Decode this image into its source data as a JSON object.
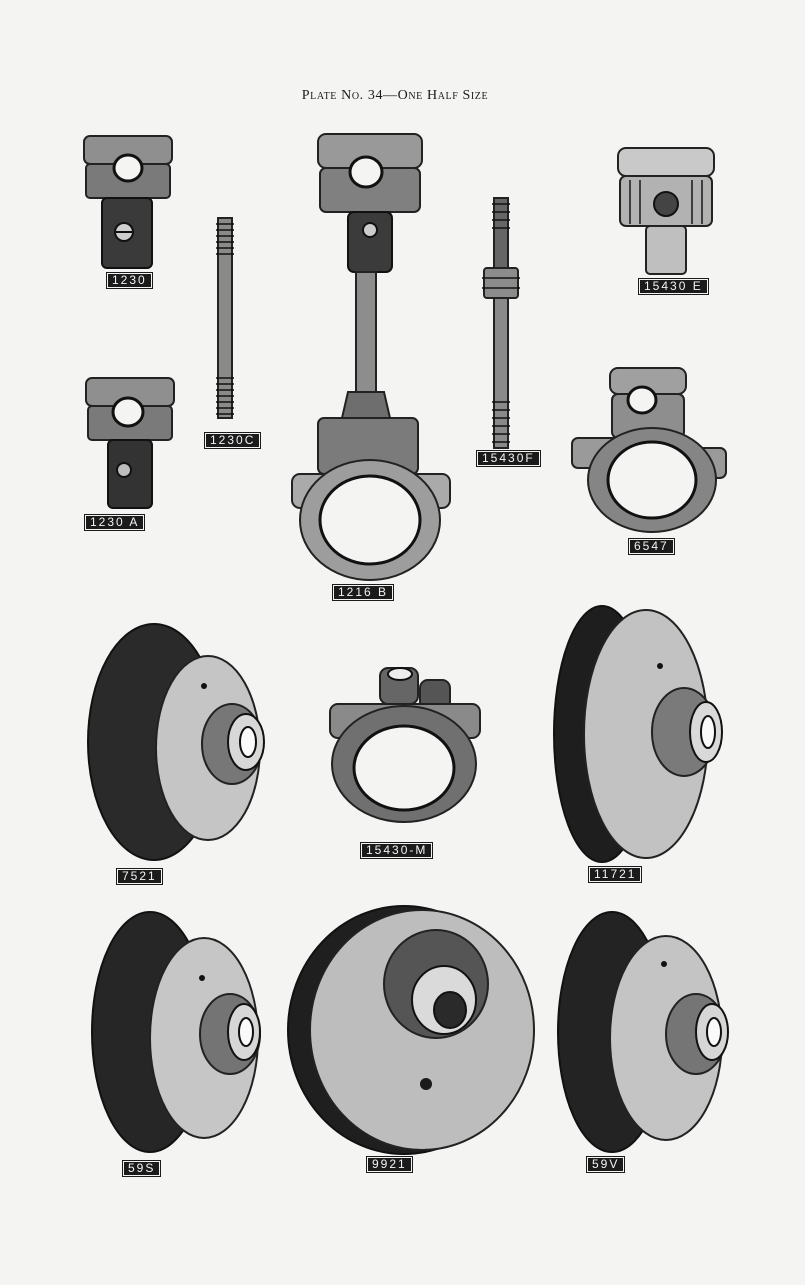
{
  "plate": {
    "title": "Plate No. 34—One Half Size"
  },
  "parts": {
    "p1230": "1230",
    "p1230a": "1230 A",
    "p1230c": "1230C",
    "p1216b": "1216 B",
    "p15430f": "15430F",
    "p15430e": "15430 E",
    "p6547": "6547",
    "p7521": "7521",
    "p15430m": "15430-M",
    "p11721": "11721",
    "p59s": "59S",
    "p9921": "9921",
    "p59v": "59V"
  },
  "colors": {
    "ink": "#1b1b1b",
    "paper": "#f4f4f2",
    "metal": "#9a9a9a",
    "dark": "#262626"
  }
}
